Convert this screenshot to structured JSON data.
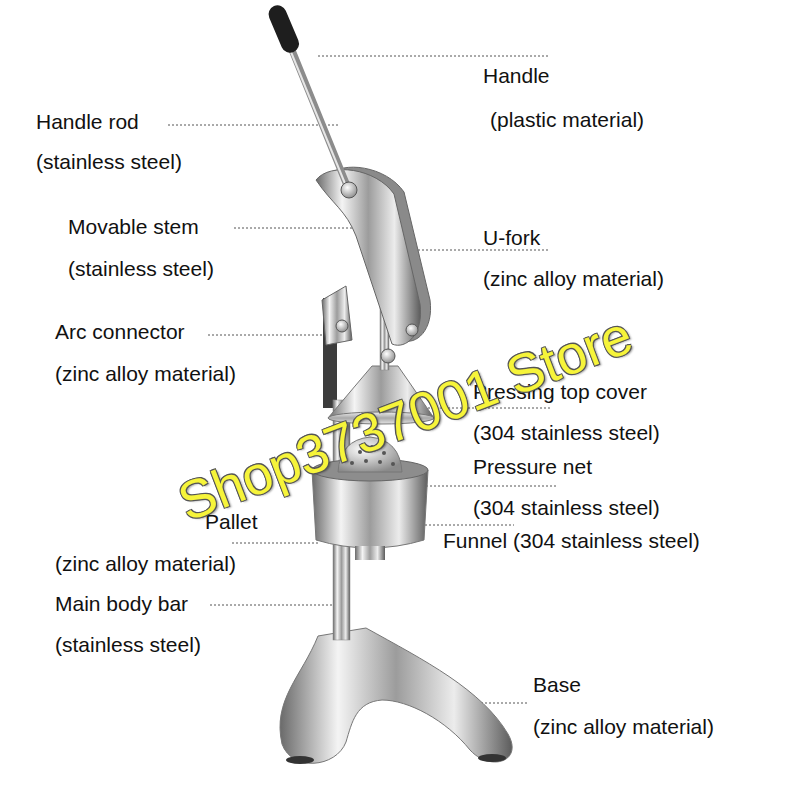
{
  "diagram": {
    "labels": [
      "Handle",
      "(plastic material)",
      "Handle rod",
      "(stainless steel)",
      "Movable stem",
      "(stainless steel)",
      "U-fork",
      "(zinc alloy material)",
      "Arc connector",
      "(zinc alloy material)",
      "Pressing top cover",
      "(304 stainless steel)",
      "Pressure net",
      "(304 stainless steel)",
      "Pallet",
      "(zinc alloy material)",
      "Funnel (304 stainless steel)",
      "Main body bar",
      "(stainless steel)",
      "Base",
      "(zinc alloy material)",
      "Shop3737001 Store"
    ]
  }
}
